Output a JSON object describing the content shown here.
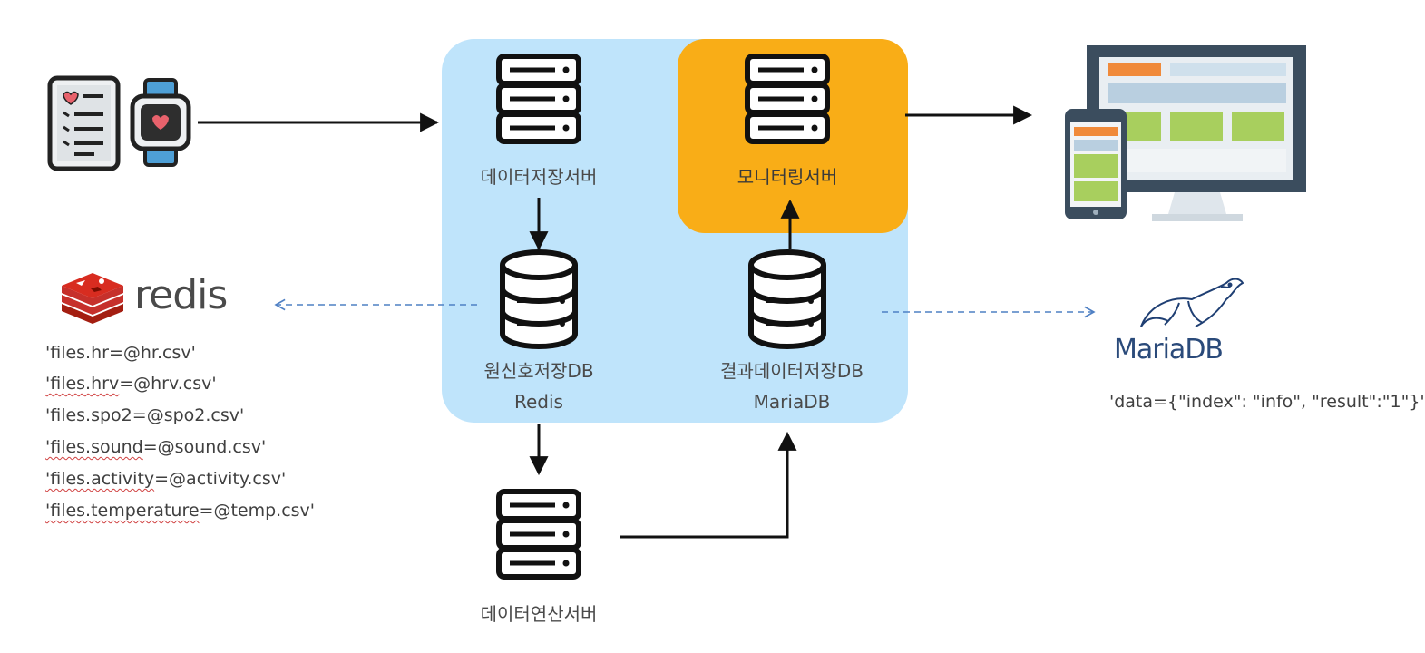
{
  "nodes": {
    "data_storage_server": {
      "label": "데이터저장서버"
    },
    "monitoring_server": {
      "label": "모니터링서버"
    },
    "raw_signal_db": {
      "label": "원신호저장DB",
      "sublabel": "Redis"
    },
    "result_data_db": {
      "label": "결과데이터저장DB",
      "sublabel": "MariaDB"
    },
    "data_compute_server": {
      "label": "데이터연산서버"
    }
  },
  "redis": {
    "logo_text": "redis",
    "files": [
      {
        "key": "'files.hr",
        "value": "=@hr.csv'"
      },
      {
        "key": "'files.hrv",
        "value": "=@hrv.csv'"
      },
      {
        "key": "'files.spo2",
        "value": "=@spo2.csv'"
      },
      {
        "key": "'files.sound",
        "value": "=@sound.csv'"
      },
      {
        "key": "'files.activity",
        "value": "=@activity.csv'"
      },
      {
        "key": "'files.temperature",
        "value": "=@temp.csv'"
      }
    ]
  },
  "mariadb": {
    "logo_text": "MariaDB",
    "data_text": "'data={\"index\": \"info\", \"result\":\"1\"}'"
  },
  "icons": {
    "wearable": "smartwatch-icon",
    "tablet": "health-tablet-icon",
    "server": "server-stack-icon",
    "database": "database-cylinder-icon",
    "display": "monitor-and-phone-icon",
    "redis": "redis-logo-icon",
    "mariadb": "mariadb-seal-icon"
  },
  "colors": {
    "panel": "#bfe4fb",
    "monitor_panel": "#f9ad17",
    "ink": "#222222",
    "dashed": "#4f80c4"
  }
}
